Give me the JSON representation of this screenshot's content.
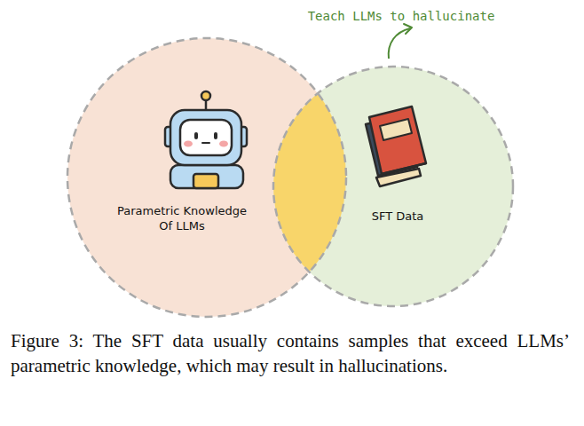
{
  "diagram": {
    "caption": "Figure 3: The SFT data usually contains samples that exceed LLMs’ parametric knowledge, which may result in hallucinations.",
    "nodes": [
      {
        "text": [
          "Parametric Knowledge Of LLMs"
        ]
      },
      {
        "text": [
          "SFT Data"
        ]
      }
    ],
    "labels": [
      "Teach LLMs to hallucinate"
    ]
  }
}
